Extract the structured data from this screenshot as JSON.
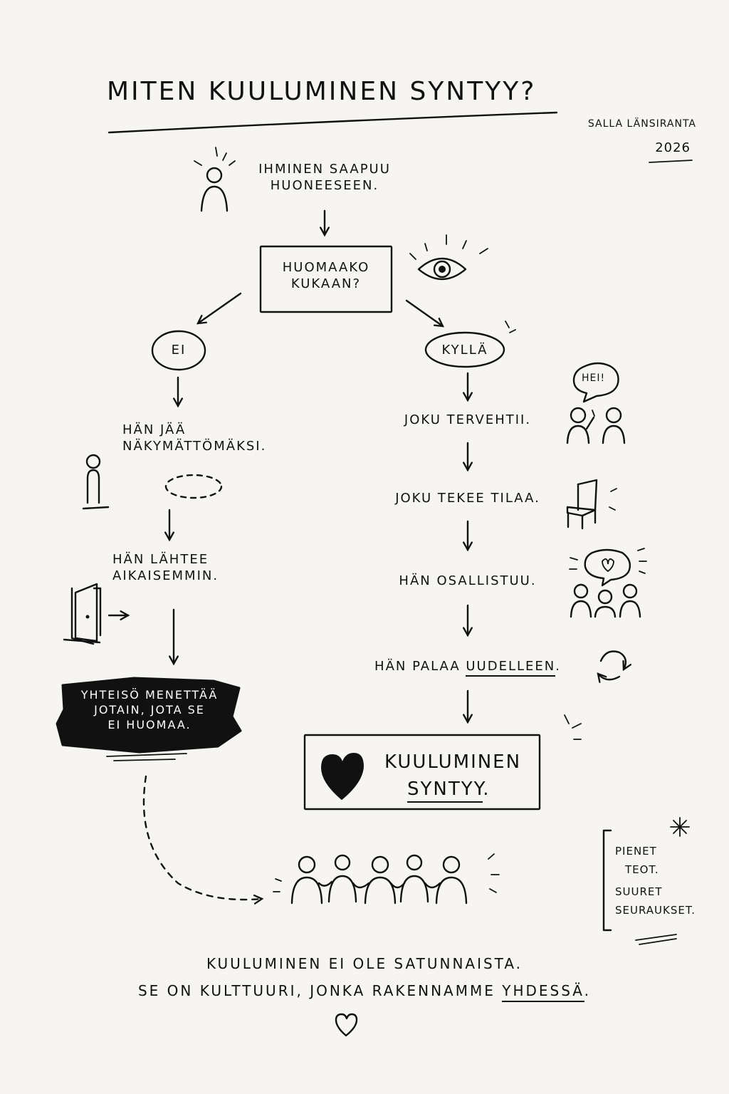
{
  "title": "MITEN KUULUMINEN SYNTYY?",
  "author": {
    "name": "SALLA LÄNSIRANTA",
    "year": "2026"
  },
  "start": {
    "line1": "IHMINEN SAAPUU",
    "line2": "HUONEESEEN."
  },
  "question": {
    "line1": "HUOMAAKO",
    "line2": "KUKAAN?"
  },
  "no_branch": {
    "label": "EI",
    "step1_line1": "HÄN JÄÄ",
    "step1_line2": "NÄKYMÄTTÖMÄKSI.",
    "step2_line1": "HÄN LÄHTEE",
    "step2_line2": "AIKAISEMMIN.",
    "result_line1": "YHTEISÖ MENETTÄÄ",
    "result_line2": "JOTAIN, JOTA SE",
    "result_line3": "EI HUOMAA."
  },
  "yes_branch": {
    "label": "KYLLÄ",
    "greeting_bubble": "HEI!",
    "step1": "JOKU TERVEHTII.",
    "step2": "JOKU TEKEE TILAA.",
    "step3": "HÄN OSALLISTUU.",
    "step4_prefix": "HÄN PALAA ",
    "step4_emphasis": "UUDELLEEN",
    "step4_suffix": ".",
    "result_line1": "KUULUMINEN",
    "result_line2_emphasis": "SYNTYY",
    "result_line2_suffix": "."
  },
  "side_note": {
    "line1": "PIENET",
    "line2": "TEOT.",
    "line3": "SUURET",
    "line4": "SEURAUKSET."
  },
  "footer": {
    "line1": "KUULUMINEN EI OLE SATUNNAISTA.",
    "line2_prefix": "SE ON KULTTUURI, JONKA RAKENNAMME ",
    "line2_emphasis": "YHDESSÄ",
    "line2_suffix": "."
  },
  "icons": {
    "person": "person-icon",
    "eye": "eye-icon",
    "chair": "chair-icon",
    "door": "door-icon",
    "heart": "heart-icon",
    "cycle": "cycle-arrows-icon",
    "group": "group-holding-hands-icon"
  }
}
